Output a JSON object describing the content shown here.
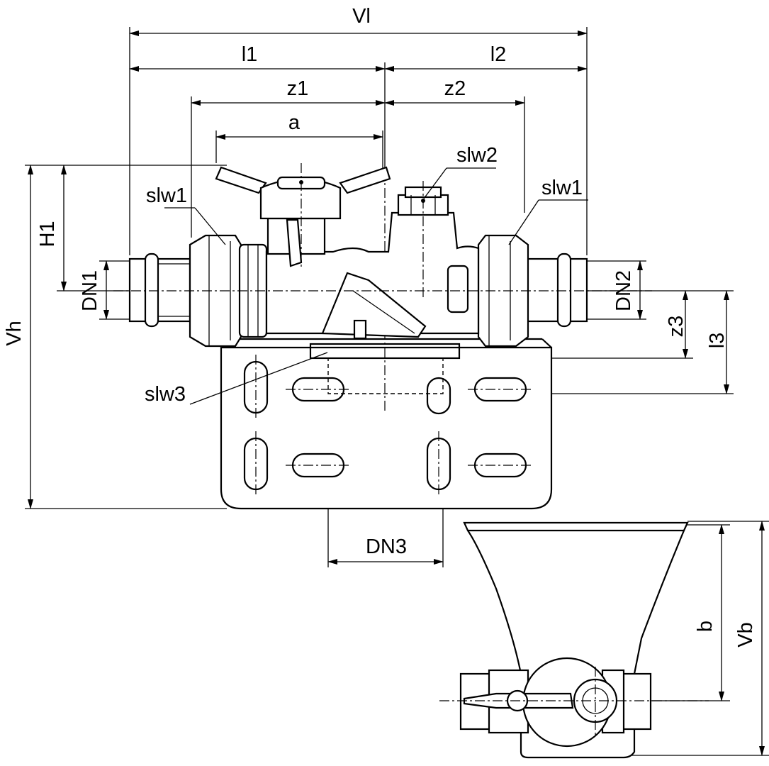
{
  "drawing": {
    "dimensions": {
      "overall_length": "Vl",
      "length_1": "l1",
      "length_2": "l2",
      "z1": "z1",
      "z2": "z2",
      "a": "a",
      "height_1": "H1",
      "nominal_diameter_1": "DN1",
      "nominal_diameter_2": "DN2",
      "overall_height": "Vh",
      "z3": "z3",
      "length_3": "l3",
      "nominal_diameter_3": "DN3",
      "b": "b",
      "overall_depth": "Vb"
    },
    "callouts": {
      "slw1_left": "slw1",
      "slw1_right": "slw1",
      "slw2": "slw2",
      "slw3": "slw3"
    }
  }
}
